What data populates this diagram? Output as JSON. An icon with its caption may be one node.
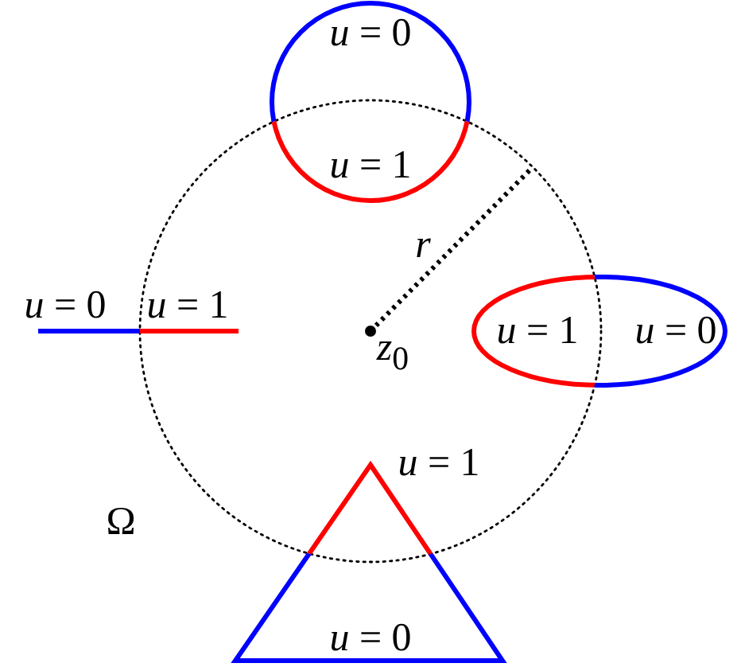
{
  "diagram": {
    "nodes": [
      {
        "text": [
          "*u* = 0",
          "*u* = 1"
        ]
      },
      {
        "text": [
          "*u* = 1",
          "*u* = 0"
        ]
      },
      {
        "text": [
          "*u* = 0"
        ],
        "beside": [
          "*u* = 1"
        ]
      },
      {
        "text": [],
        "shape": "circle"
      }
    ],
    "labels": [
      "*u* = 0",
      "*u* = 1",
      "*r*",
      "*z*$_{0}$",
      "Ω"
    ]
  }
}
